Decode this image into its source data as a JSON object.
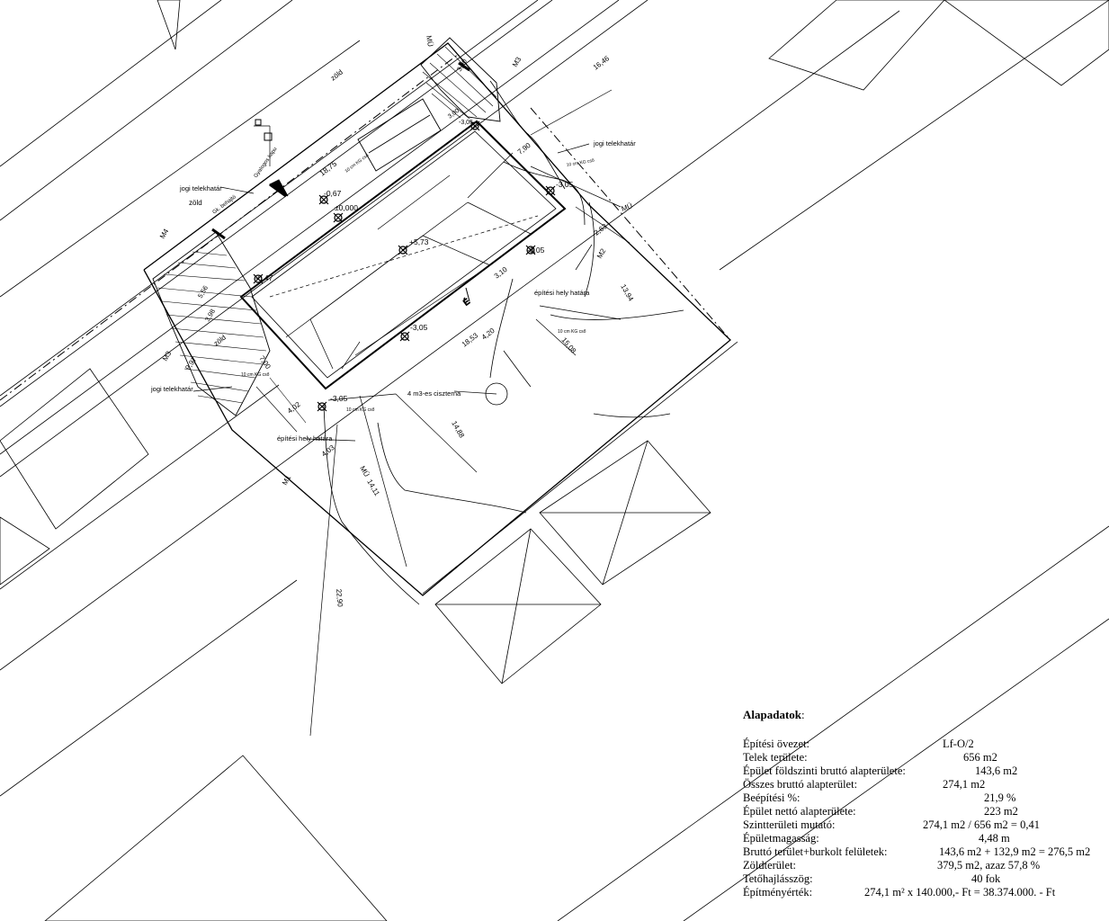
{
  "drawing": {
    "labels": {
      "jogi_telekhatar": "jogi telekhatár",
      "epitesi_hely_hatara": "építési hely határa",
      "zold": "zöld",
      "gk_behajto": "Gk. behajtó",
      "gyalogos_kapu": "Gyalogos kapu",
      "kg_cso": "10 cm KG cső",
      "ciszterna": "4 m3-es ciszterna",
      "m1": "M1",
      "m2": "M2",
      "m3": "M3",
      "m4": "M4",
      "mu": "MÜ",
      "north": "É"
    },
    "levels": {
      "l1": "-0,67",
      "l2": "±0,000",
      "l3": "+5,73",
      "l4": "-3,05",
      "l5": "-3,05",
      "l6": "-3,05",
      "l7": "-3,05",
      "l8": "-0,47",
      "l9": "-3,05"
    },
    "dimensions": {
      "d1": "16,46",
      "d2": "18,75",
      "d3": "7,90",
      "d4": "2,63",
      "d5": "13,94",
      "d6": "3,10",
      "d7": "15,08",
      "d8": "4,20",
      "d9": "18,53",
      "d10": "14,88",
      "d11": "4,02",
      "d12": "4,03",
      "d13": "14,11",
      "d14": "22,90",
      "d15": "9,97",
      "d16": "7,00",
      "d17": "3,00",
      "d18": "5,56",
      "d19": "3,98",
      "d20": "3,90"
    }
  },
  "summary": {
    "heading": "Alapadatok",
    "heading_suffix": ":",
    "rows": [
      {
        "label": "Építési övezet:",
        "value": "Lf-O/2"
      },
      {
        "label": "Telek területe:",
        "value": "656 m2"
      },
      {
        "label": "Épület földszinti bruttó alapterülete:",
        "value": "143,6 m2"
      },
      {
        "label": "Összes bruttó alapterület:",
        "value": "274,1 m2"
      },
      {
        "label": "Beépítési %:",
        "value": "21,9 %"
      },
      {
        "label": "Épület nettó alapterülete:",
        "value": "223 m2"
      },
      {
        "label": "Szintterületi mutató:",
        "value": "274,1 m2 / 656 m2 = 0,41"
      },
      {
        "label": "Épületmagasság:",
        "value": "4,48 m"
      },
      {
        "label": "Bruttó terület+burkolt felületek:",
        "value": "143,6 m2 + 132,9 m2 = 276,5 m2"
      },
      {
        "label": "Zöldterület:",
        "value": "379,5 m2, azaz  57,8 %"
      },
      {
        "label": "Tetőhajlásszög:",
        "value": "40 fok"
      },
      {
        "label": "Építményérték:",
        "value": "274,1 m² x 140.000,- Ft = 38.374.000. - Ft"
      }
    ]
  }
}
